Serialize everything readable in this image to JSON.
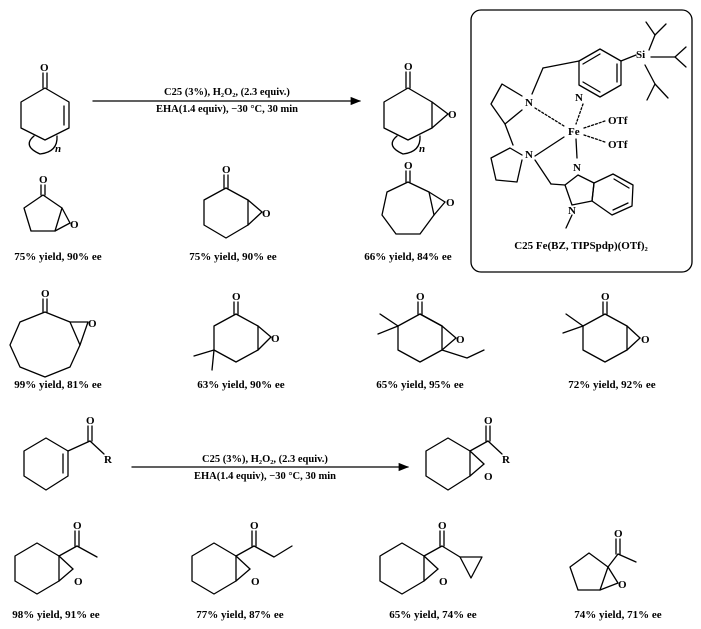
{
  "reaction_1": {
    "conditions_line1": "C25 (3%),  H₂O₂, (2.3 equiv.)",
    "conditions_line2": "EHA(1.4 equiv), −30 °C, 30 min",
    "ring_size_label": "n"
  },
  "reaction_2": {
    "conditions_line1": "C25 (3%),  H₂O₂, (2.3 equiv.)",
    "conditions_line2": "EHA(1.4 equiv), −30 °C, 30 min",
    "substituent_label": "R"
  },
  "catalyst": {
    "label": "C25 Fe(BZ, TIPSpdp)(OTf)₂",
    "metal": "Fe",
    "silyl": "Si",
    "ligand_1": "OTf",
    "ligand_2": "OTf"
  },
  "atoms": {
    "oxygen": "O",
    "nitrogen": "N"
  },
  "products": [
    {
      "yield_label": "75% yield, 90% ee"
    },
    {
      "yield_label": "75% yield, 90% ee"
    },
    {
      "yield_label": "66% yield, 84% ee"
    },
    {
      "yield_label": "99% yield, 81% ee"
    },
    {
      "yield_label": "63% yield, 90% ee"
    },
    {
      "yield_label": "65% yield, 95% ee"
    },
    {
      "yield_label": "72% yield, 92% ee"
    },
    {
      "yield_label": "98% yield, 91% ee"
    },
    {
      "yield_label": "77% yield, 87% ee"
    },
    {
      "yield_label": "65% yield, 74% ee"
    },
    {
      "yield_label": "74% yield, 71% ee"
    }
  ]
}
